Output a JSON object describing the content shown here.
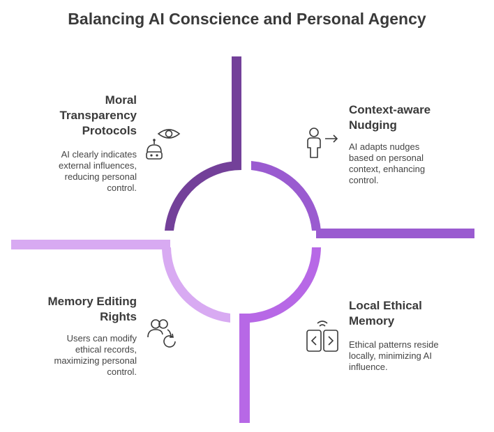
{
  "title": "Balancing AI Conscience and Personal Agency",
  "colors": {
    "top_left": "#734099",
    "top_right": "#9a5bd0",
    "bottom_right": "#b768e6",
    "bottom_left": "#d8aaf2",
    "text": "#3a3a3a"
  },
  "quadrants": {
    "top_left": {
      "heading_line1": "Moral",
      "heading_line2": "Transparency",
      "heading_line3": "Protocols",
      "desc_line1": "AI clearly indicates",
      "desc_line2": "external influences,",
      "desc_line3": "reducing personal",
      "desc_line4": "control.",
      "icons": [
        "eye-icon",
        "robot-icon"
      ]
    },
    "top_right": {
      "heading_line1": "Context-aware",
      "heading_line2": "Nudging",
      "desc_line1": "AI adapts nudges",
      "desc_line2": "based on personal",
      "desc_line3": "context, enhancing",
      "desc_line4": "control.",
      "icons": [
        "person-arrow-icon"
      ]
    },
    "bottom_left": {
      "heading_line1": "Memory Editing",
      "heading_line2": "Rights",
      "desc_line1": "Users can modify",
      "desc_line2": "ethical records,",
      "desc_line3": "maximizing personal",
      "desc_line4": "control.",
      "icons": [
        "users-refresh-icon"
      ]
    },
    "bottom_right": {
      "heading_line1": "Local Ethical",
      "heading_line2": "Memory",
      "desc_line1": "Ethical patterns reside",
      "desc_line2": "locally, minimizing AI",
      "desc_line3": "influence.",
      "icons": [
        "code-device-signal-icon"
      ]
    }
  }
}
